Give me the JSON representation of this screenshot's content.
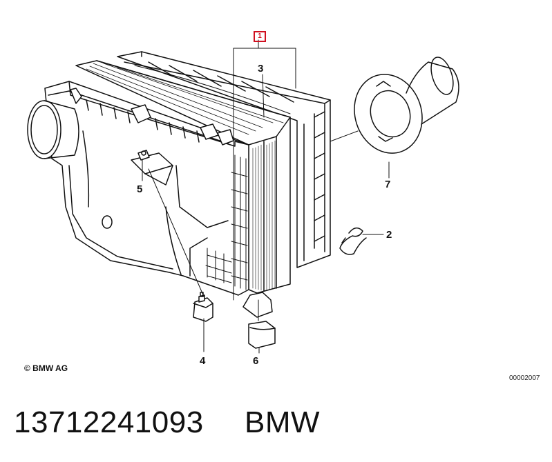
{
  "callouts": {
    "c1": "1",
    "c2": "2",
    "c3": "3",
    "c4": "4",
    "c5": "5",
    "c6": "6",
    "c7": "7"
  },
  "copyright": "© BMW AG",
  "diagram_code": "00002007",
  "footer": {
    "part_number": "13712241093",
    "brand": "BMW"
  },
  "colors": {
    "highlight": "#d01020",
    "line": "#111111"
  }
}
